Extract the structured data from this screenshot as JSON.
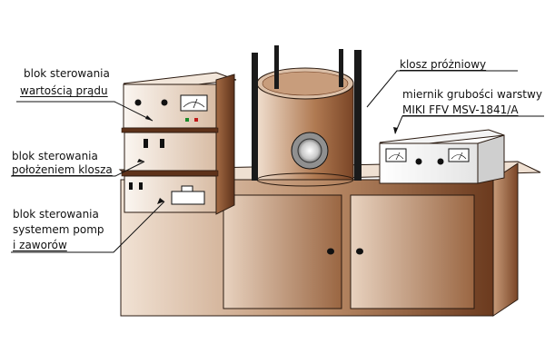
{
  "labels": {
    "current_control": {
      "line1": "blok sterowania",
      "line2": "wartością prądu"
    },
    "bell_position_control": {
      "line1": "blok sterowania",
      "line2": "położeniem klosza"
    },
    "pump_valve_control": {
      "line1": "blok sterowania",
      "line2": "systemem pomp",
      "line3": "i zaworów"
    },
    "vacuum_bell": "klosz próżniowy",
    "thickness_meter": {
      "line1": "miernik grubości warstwy",
      "line2": "MIKI FFV MSV-1841/A"
    }
  },
  "colors": {
    "wood_dark": "#6b3a1e",
    "wood_mid": "#b07a52",
    "wood_light": "#f3e6da",
    "panel": "#f8f2ec",
    "outline": "#2a1a10",
    "pillar": "#1a1a1a"
  }
}
